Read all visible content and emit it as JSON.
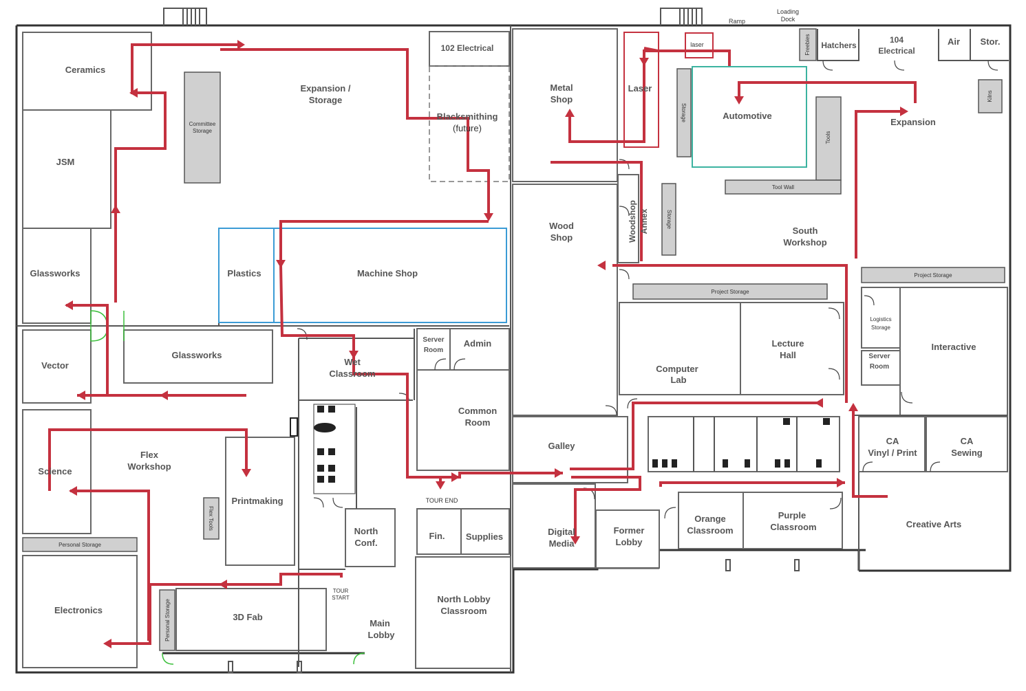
{
  "plan": {
    "top_labels": {
      "ramp": "Ramp",
      "loading_dock": [
        "Loading",
        "Dock"
      ]
    },
    "rooms": {
      "ceramics": "Ceramics",
      "jsm": "JSM",
      "glassworks_west": "Glassworks",
      "expansion_storage": [
        "Expansion /",
        "Storage"
      ],
      "committee_storage": [
        "Committee",
        "Storage"
      ],
      "electrical_102": "102 Electrical",
      "blacksmithing": [
        "Blacksmithing",
        "(future)"
      ],
      "plastics": "Plastics",
      "machine_shop": "Machine Shop",
      "vector": "Vector",
      "glassworks_center": "Glassworks",
      "science": "Science",
      "flex_workshop": [
        "Flex",
        "Workshop"
      ],
      "printmaking": "Printmaking",
      "flex_tools": "Flex Tools",
      "personal_storage_left": "Personal Storage",
      "electronics": "Electronics",
      "personal_storage_vertical": "Personal Storage",
      "fab_3d": "3D Fab",
      "tour_start": [
        "TOUR",
        "START"
      ],
      "main_lobby": [
        "Main",
        "Lobby"
      ],
      "wet_classroom": [
        "Wet",
        "Classroom"
      ],
      "server_room_north": [
        "Server",
        "Room"
      ],
      "admin": "Admin",
      "common_room": [
        "Common",
        "Room"
      ],
      "tour_end": "TOUR END",
      "north_conf": [
        "North",
        "Conf."
      ],
      "fin": "Fin.",
      "supplies": "Supplies",
      "north_lobby_classroom": [
        "North Lobby",
        "Classroom"
      ],
      "metal_shop": [
        "Metal",
        "Shop"
      ],
      "laser_room": "Laser",
      "laser_small": "laser",
      "storage_vertical_1": "Storage",
      "automotive": "Automotive",
      "tools": "Tools",
      "tool_wall": "Tool Wall",
      "storage_vertical_2": "Storage",
      "freebies": "Freebies",
      "hatchers": "Hatchers",
      "electrical_104": [
        "104",
        "Electrical"
      ],
      "air": "Air",
      "stor": "Stor.",
      "kilns": "Kilns",
      "expansion_east": "Expansion",
      "wood_shop": [
        "Wood",
        "Shop"
      ],
      "woodshop_annex": [
        "Woodshop",
        "Annex"
      ],
      "south_workshop": [
        "South",
        "Workshop"
      ],
      "project_storage_center": "Project Storage",
      "project_storage_east": "Project Storage",
      "computer_lab": [
        "Computer",
        "Lab"
      ],
      "lecture_hall": [
        "Lecture",
        "Hall"
      ],
      "logistics_storage": [
        "Logistics",
        "Storage"
      ],
      "server_room_south": [
        "Server",
        "Room"
      ],
      "interactive": "Interactive",
      "galley": "Galley",
      "ca_vinyl_print": [
        "CA",
        "Vinyl / Print"
      ],
      "ca_sewing": [
        "CA",
        "Sewing"
      ],
      "digital_media": [
        "Digital",
        "Media"
      ],
      "former_lobby": [
        "Former",
        "Lobby"
      ],
      "orange_classroom": [
        "Orange",
        "Classroom"
      ],
      "purple_classroom": [
        "Purple",
        "Classroom"
      ],
      "creative_arts": "Creative Arts"
    },
    "colors": {
      "tour_route": "#c4313f",
      "plastics_machine_outline": "#3a9bd5",
      "automotive_outline": "#3bb3a0",
      "laser_outline": "#c4313f",
      "storage_fill": "#d0d0d0",
      "exterior_door": "#3bbf3b"
    }
  }
}
